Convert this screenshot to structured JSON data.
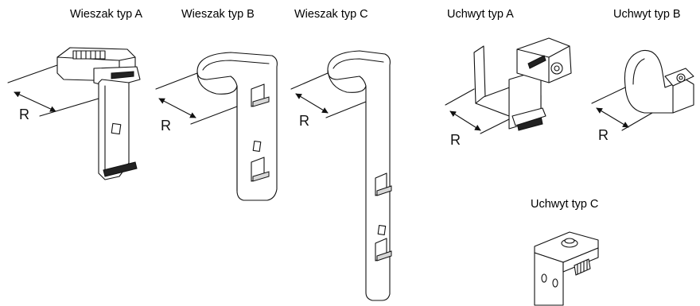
{
  "captions": {
    "hanger_a": "Wieszak typ A",
    "hanger_b": "Wieszak typ B",
    "hanger_c": "Wieszak typ C",
    "bracket_a": "Uchwyt typ A",
    "bracket_b": "Uchwyt typ B",
    "bracket_c": "Uchwyt typ C"
  },
  "dimension_label": "R"
}
